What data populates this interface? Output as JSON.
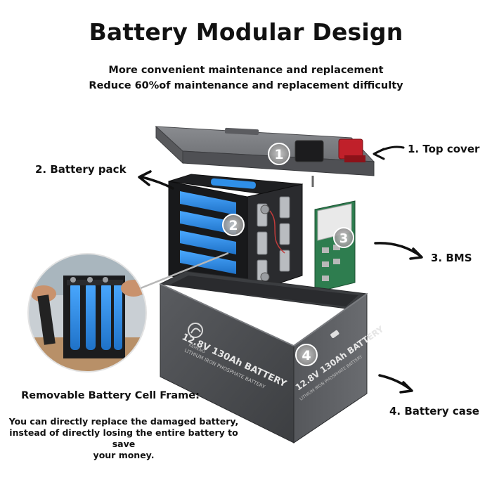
{
  "header": {
    "title": "Battery Modular Design",
    "subtitle_line1": "More convenient maintenance and replacement",
    "subtitle_line2": "Reduce 60%of maintenance and replacement difficulty"
  },
  "callouts": [
    {
      "number": "1",
      "label": "1. Top cover"
    },
    {
      "number": "2",
      "label": "2. Battery pack"
    },
    {
      "number": "3",
      "label": "3. BMS"
    },
    {
      "number": "4",
      "label": "4. Battery case"
    }
  ],
  "case": {
    "model_text": "12.8V 130Ah BATTERY",
    "chemistry_text": "LITHIUM IRON PHOSPHATE BATTERY",
    "brand_text": "KEHENG"
  },
  "frame_note": {
    "title": "Removable Battery Cell Frame:",
    "line1": "You can directly replace the damaged battery,",
    "line2": "instead of directly losing the entire battery to save",
    "line3": "your money."
  },
  "colors": {
    "cell_blue": "#2f8fe8",
    "terminal_red": "#c0202a",
    "case_gray": "#4d4f52",
    "pcb_green": "#2e7d4f"
  }
}
